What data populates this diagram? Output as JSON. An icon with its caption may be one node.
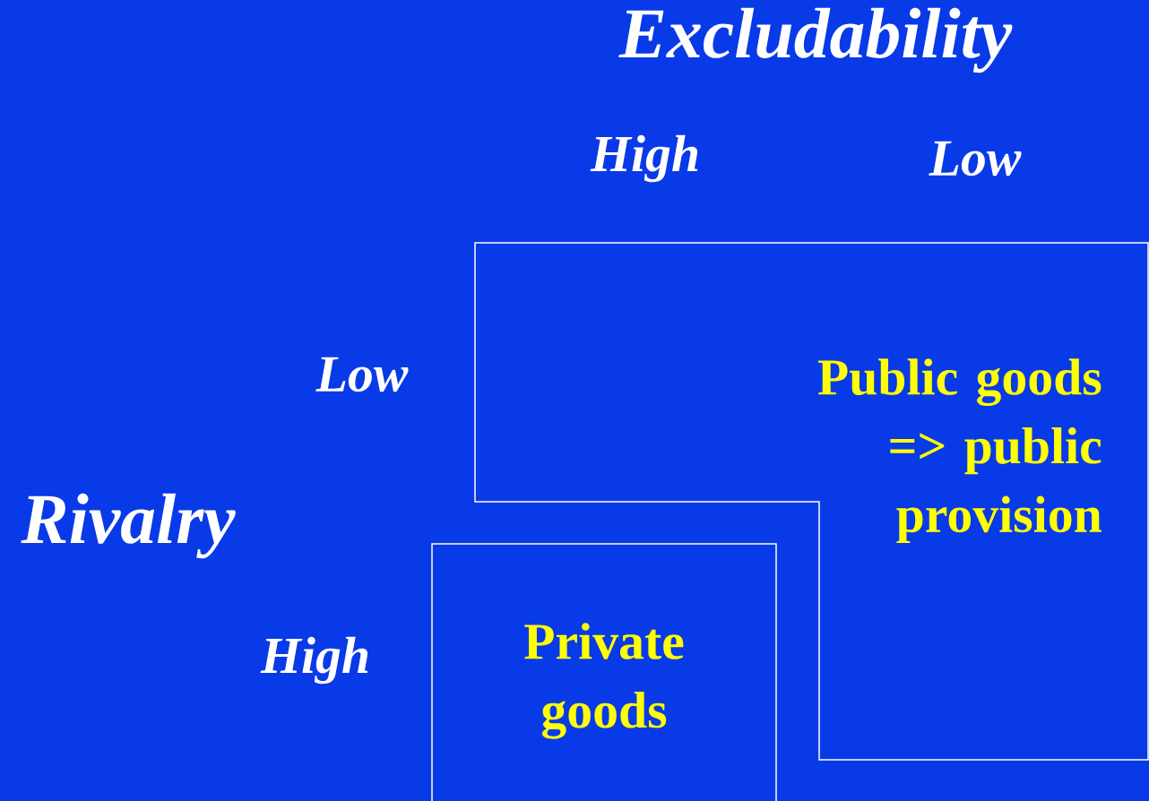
{
  "diagram": {
    "nodes": [
      {
        "text": [
          "Public goods => public provision"
        ]
      },
      {
        "text": [
          "Private goods"
        ]
      }
    ],
    "edges": [],
    "labels": [
      "Excludability",
      "High",
      "Low",
      "Low",
      "Rivalry",
      "High"
    ]
  }
}
